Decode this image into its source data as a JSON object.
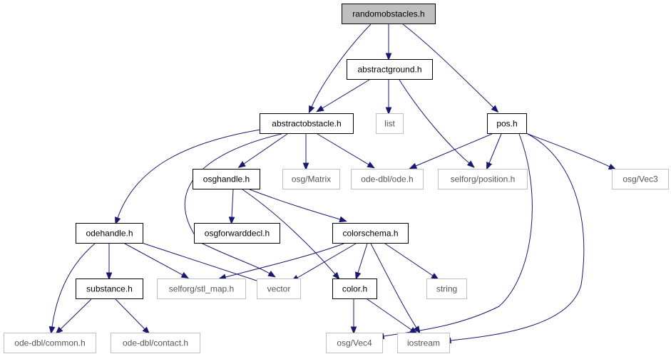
{
  "graph": {
    "colors": {
      "root_fill": "#bfbfbf",
      "node_fill": "#ffffff",
      "documented_border": "#000000",
      "external_border": "#bfbfbf",
      "external_text": "#555555",
      "text": "#000000",
      "edge": "#191970"
    },
    "nodes": [
      {
        "id": "randomobstacles",
        "label": "randomobstacles.h",
        "kind": "root"
      },
      {
        "id": "abstractground",
        "label": "abstractground.h",
        "kind": "documented"
      },
      {
        "id": "abstractobstacle",
        "label": "abstractobstacle.h",
        "kind": "documented"
      },
      {
        "id": "list",
        "label": "list",
        "kind": "external"
      },
      {
        "id": "pos",
        "label": "pos.h",
        "kind": "documented"
      },
      {
        "id": "osghandle",
        "label": "osghandle.h",
        "kind": "documented"
      },
      {
        "id": "osgmatrix",
        "label": "osg/Matrix",
        "kind": "external"
      },
      {
        "id": "odedblode",
        "label": "ode-dbl/ode.h",
        "kind": "external"
      },
      {
        "id": "selforgposition",
        "label": "selforg/position.h",
        "kind": "external"
      },
      {
        "id": "osgvec3",
        "label": "osg/Vec3",
        "kind": "external"
      },
      {
        "id": "odehandle",
        "label": "odehandle.h",
        "kind": "documented"
      },
      {
        "id": "osgforwarddecl",
        "label": "osgforwarddecl.h",
        "kind": "documented"
      },
      {
        "id": "colorschema",
        "label": "colorschema.h",
        "kind": "documented"
      },
      {
        "id": "substance",
        "label": "substance.h",
        "kind": "documented"
      },
      {
        "id": "selforgstlmap",
        "label": "selforg/stl_map.h",
        "kind": "external"
      },
      {
        "id": "vector",
        "label": "vector",
        "kind": "external"
      },
      {
        "id": "color",
        "label": "color.h",
        "kind": "documented"
      },
      {
        "id": "string",
        "label": "string",
        "kind": "external"
      },
      {
        "id": "odedblcommon",
        "label": "ode-dbl/common.h",
        "kind": "external"
      },
      {
        "id": "odedblcontact",
        "label": "ode-dbl/contact.h",
        "kind": "external"
      },
      {
        "id": "osgvec4",
        "label": "osg/Vec4",
        "kind": "external"
      },
      {
        "id": "iostream",
        "label": "iostream",
        "kind": "external"
      }
    ],
    "edges": [
      {
        "from": "randomobstacles",
        "to": "abstractground"
      },
      {
        "from": "randomobstacles",
        "to": "abstractobstacle"
      },
      {
        "from": "randomobstacles",
        "to": "pos"
      },
      {
        "from": "abstractground",
        "to": "abstractobstacle"
      },
      {
        "from": "abstractground",
        "to": "list"
      },
      {
        "from": "abstractground",
        "to": "selforgposition"
      },
      {
        "from": "abstractobstacle",
        "to": "osghandle"
      },
      {
        "from": "abstractobstacle",
        "to": "osgmatrix"
      },
      {
        "from": "abstractobstacle",
        "to": "odedblode"
      },
      {
        "from": "abstractobstacle",
        "to": "odehandle"
      },
      {
        "from": "abstractobstacle",
        "to": "vector"
      },
      {
        "from": "pos",
        "to": "odedblode"
      },
      {
        "from": "pos",
        "to": "selforgposition"
      },
      {
        "from": "pos",
        "to": "osgvec3"
      },
      {
        "from": "pos",
        "to": "osgvec4"
      },
      {
        "from": "pos",
        "to": "iostream"
      },
      {
        "from": "osghandle",
        "to": "osgforwarddecl"
      },
      {
        "from": "osghandle",
        "to": "colorschema"
      },
      {
        "from": "osghandle",
        "to": "color"
      },
      {
        "from": "odehandle",
        "to": "substance"
      },
      {
        "from": "odehandle",
        "to": "selforgstlmap"
      },
      {
        "from": "odehandle",
        "to": "vector"
      },
      {
        "from": "odehandle",
        "to": "odedblcommon"
      },
      {
        "from": "colorschema",
        "to": "selforgstlmap"
      },
      {
        "from": "colorschema",
        "to": "vector"
      },
      {
        "from": "colorschema",
        "to": "color"
      },
      {
        "from": "colorschema",
        "to": "string"
      },
      {
        "from": "colorschema",
        "to": "iostream"
      },
      {
        "from": "substance",
        "to": "odedblcommon"
      },
      {
        "from": "substance",
        "to": "odedblcontact"
      },
      {
        "from": "color",
        "to": "osgvec4"
      },
      {
        "from": "color",
        "to": "iostream"
      }
    ]
  }
}
